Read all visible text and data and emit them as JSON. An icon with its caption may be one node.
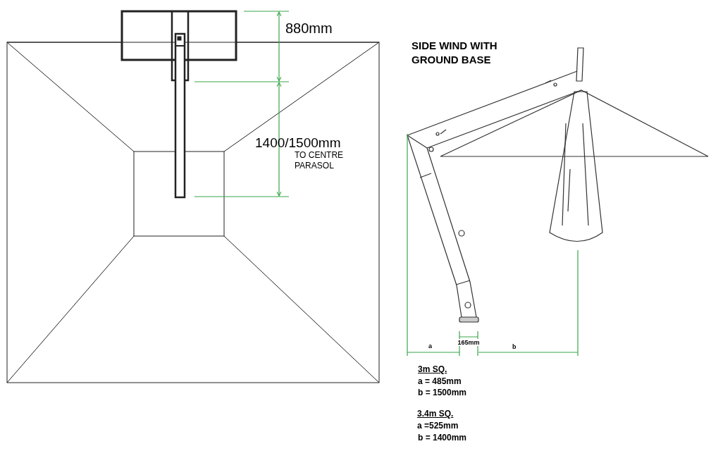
{
  "diagram": {
    "title": "SIDE WIND WITH GROUND BASE",
    "labels": [
      "880mm",
      "1400/1500mm",
      "TO CENTRE PARASOL",
      "a",
      "165mm",
      "b",
      "3m SQ.",
      "a = 485mm",
      "b = 1500mm",
      "3.4m SQ.",
      "a =525mm",
      "b = 1400mm"
    ]
  }
}
